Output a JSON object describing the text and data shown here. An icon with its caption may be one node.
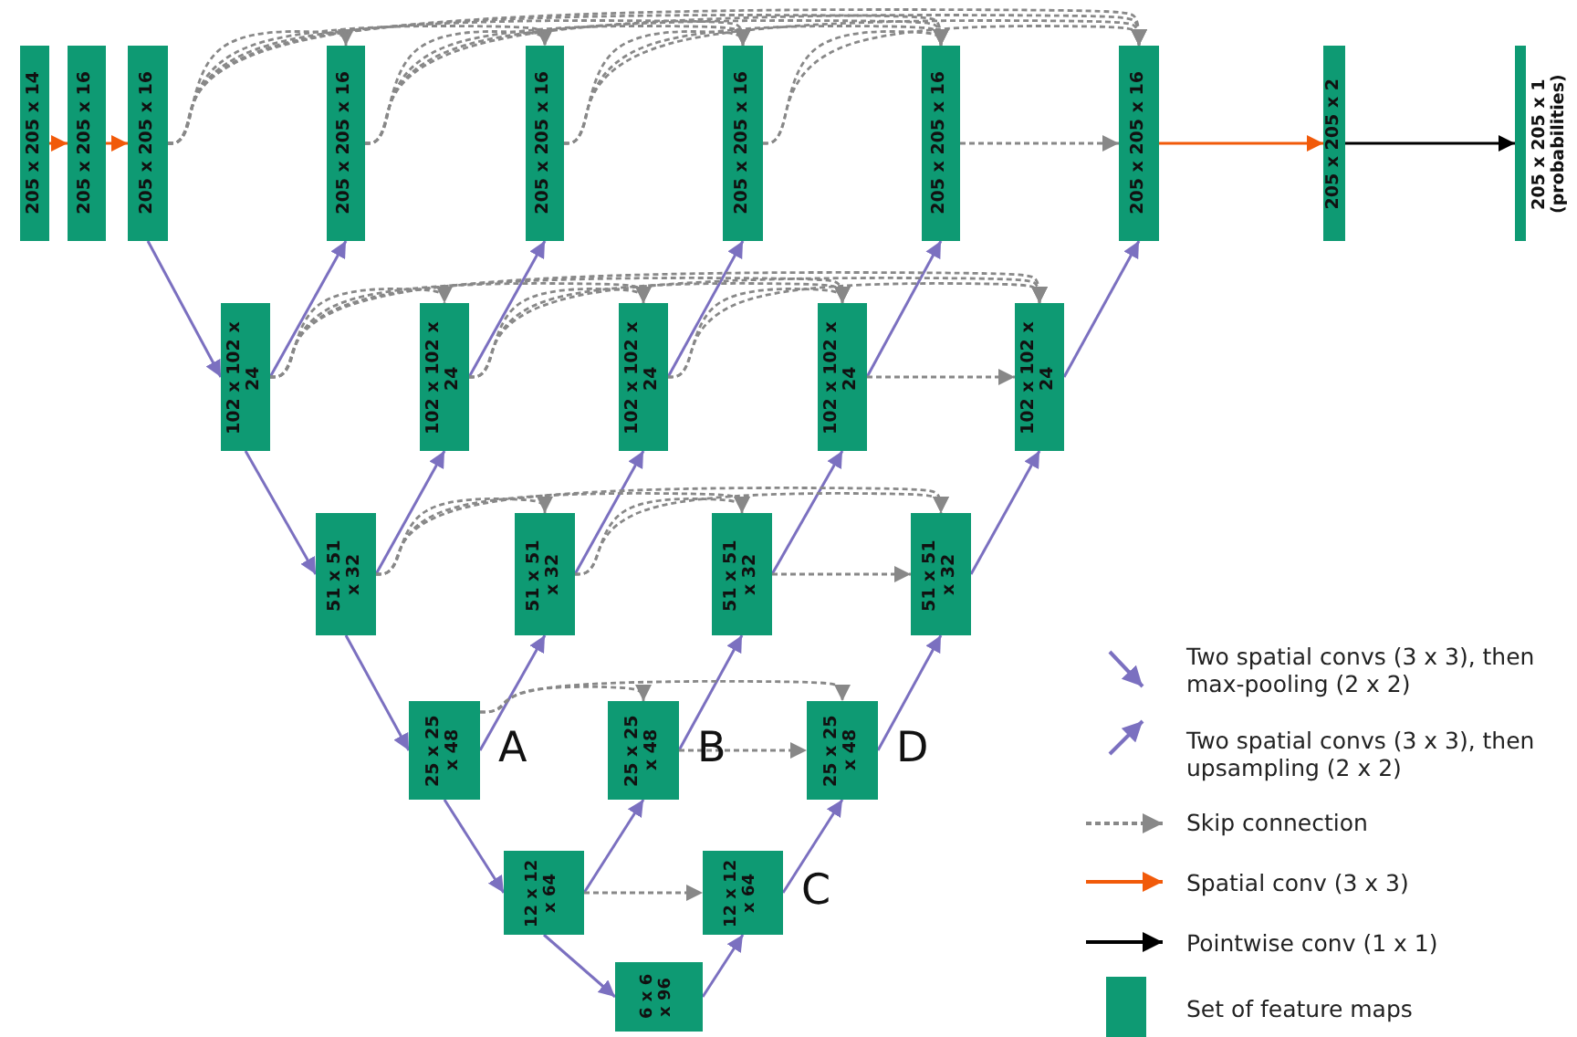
{
  "diagram": {
    "nodes": [
      {
        "text": [
          "205 x 205 x 14"
        ]
      },
      {
        "text": [
          "205 x 205 x 16"
        ]
      },
      {
        "text": [
          "205 x 205 x 16"
        ]
      },
      {
        "text": [
          "205 x 205 x 16"
        ]
      },
      {
        "text": [
          "205 x 205 x 16"
        ]
      },
      {
        "text": [
          "205 x 205 x 16"
        ]
      },
      {
        "text": [
          "205 x 205 x 16"
        ]
      },
      {
        "text": [
          "205 x 205 x 16"
        ]
      },
      {
        "text": [
          "205 x 205 x 2"
        ]
      },
      {
        "text": [
          "205 x 205 x 1 (probabilities)"
        ]
      },
      {
        "text": [
          "102 x 102 x 24"
        ]
      },
      {
        "text": [
          "102 x 102 x 24"
        ]
      },
      {
        "text": [
          "102 x 102 x 24"
        ]
      },
      {
        "text": [
          "102 x 102 x 24"
        ]
      },
      {
        "text": [
          "102 x 102 x 24"
        ]
      },
      {
        "text": [
          "51 x 51 x 32"
        ]
      },
      {
        "text": [
          "51 x 51 x 32"
        ]
      },
      {
        "text": [
          "51 x 51 x 32"
        ]
      },
      {
        "text": [
          "51 x 51 x 32"
        ]
      },
      {
        "text": [
          "25 x 25 x 48"
        ],
        "beside": [
          "A"
        ]
      },
      {
        "text": [
          "25 x 25 x 48"
        ],
        "beside": [
          "B"
        ]
      },
      {
        "text": [
          "25 x 25 x 48"
        ],
        "beside": [
          "D"
        ]
      },
      {
        "text": [
          "12 x 12 x 64"
        ]
      },
      {
        "text": [
          "12 x 12 x 64"
        ],
        "beside": [
          "C"
        ]
      },
      {
        "text": [
          "6 x 6 x 96"
        ]
      }
    ],
    "edges": [
      {
        "from": 0,
        "to": 1,
        "arrow": "to",
        "color": "#f15a0a"
      },
      {
        "from": 1,
        "to": 2,
        "arrow": "to",
        "color": "#f15a0a"
      },
      {
        "from": 7,
        "to": 8,
        "arrow": "to",
        "color": "#f15a0a"
      },
      {
        "from": 8,
        "to": 9,
        "arrow": "to",
        "color": "#000000"
      },
      {
        "from": 2,
        "to": 10,
        "arrow": "to",
        "color": "#7b70c0"
      },
      {
        "from": 10,
        "to": 15,
        "arrow": "to",
        "color": "#7b70c0"
      },
      {
        "from": 15,
        "to": 19,
        "arrow": "to",
        "color": "#7b70c0"
      },
      {
        "from": 19,
        "to": 22,
        "arrow": "to",
        "color": "#7b70c0"
      },
      {
        "from": 22,
        "to": 24,
        "arrow": "to",
        "color": "#7b70c0"
      },
      {
        "from": 10,
        "to": 3,
        "arrow": "to",
        "color": "#7b70c0"
      },
      {
        "from": 11,
        "to": 4,
        "arrow": "to",
        "color": "#7b70c0"
      },
      {
        "from": 12,
        "to": 5,
        "arrow": "to",
        "color": "#7b70c0"
      },
      {
        "from": 13,
        "to": 6,
        "arrow": "to",
        "color": "#7b70c0"
      },
      {
        "from": 14,
        "to": 7,
        "arrow": "to",
        "color": "#7b70c0"
      },
      {
        "from": 15,
        "to": 11,
        "arrow": "to",
        "color": "#7b70c0"
      },
      {
        "from": 16,
        "to": 12,
        "arrow": "to",
        "color": "#7b70c0"
      },
      {
        "from": 17,
        "to": 13,
        "arrow": "to",
        "color": "#7b70c0"
      },
      {
        "from": 18,
        "to": 14,
        "arrow": "to",
        "color": "#7b70c0"
      },
      {
        "from": 19,
        "to": 16,
        "arrow": "to",
        "color": "#7b70c0"
      },
      {
        "from": 20,
        "to": 17,
        "arrow": "to",
        "color": "#7b70c0"
      },
      {
        "from": 21,
        "to": 18,
        "arrow": "to",
        "color": "#7b70c0"
      },
      {
        "from": 22,
        "to": 20,
        "arrow": "to",
        "color": "#7b70c0"
      },
      {
        "from": 23,
        "to": 21,
        "arrow": "to",
        "color": "#7b70c0"
      },
      {
        "from": 24,
        "to": 23,
        "arrow": "to",
        "color": "#7b70c0"
      },
      {
        "from": 2,
        "to": 3,
        "arrow": "to",
        "style": "dashed"
      },
      {
        "from": 2,
        "to": 4,
        "arrow": "to",
        "style": "dashed"
      },
      {
        "from": 2,
        "to": 5,
        "arrow": "to",
        "style": "dashed"
      },
      {
        "from": 2,
        "to": 6,
        "arrow": "to",
        "style": "dashed"
      },
      {
        "from": 2,
        "to": 7,
        "arrow": "to",
        "style": "dashed"
      },
      {
        "from": 3,
        "to": 4,
        "arrow": "to",
        "style": "dashed"
      },
      {
        "from": 3,
        "to": 5,
        "arrow": "to",
        "style": "dashed"
      },
      {
        "from": 3,
        "to": 6,
        "arrow": "to",
        "style": "dashed"
      },
      {
        "from": 3,
        "to": 7,
        "arrow": "to",
        "style": "dashed"
      },
      {
        "from": 4,
        "to": 5,
        "arrow": "to",
        "style": "dashed"
      },
      {
        "from": 4,
        "to": 6,
        "arrow": "to",
        "style": "dashed"
      },
      {
        "from": 4,
        "to": 7,
        "arrow": "to",
        "style": "dashed"
      },
      {
        "from": 5,
        "to": 6,
        "arrow": "to",
        "style": "dashed"
      },
      {
        "from": 5,
        "to": 7,
        "arrow": "to",
        "style": "dashed"
      },
      {
        "from": 6,
        "to": 7,
        "arrow": "to",
        "style": "dashed"
      },
      {
        "from": 10,
        "to": 11,
        "arrow": "to",
        "style": "dashed"
      },
      {
        "from": 10,
        "to": 12,
        "arrow": "to",
        "style": "dashed"
      },
      {
        "from": 10,
        "to": 13,
        "arrow": "to",
        "style": "dashed"
      },
      {
        "from": 10,
        "to": 14,
        "arrow": "to",
        "style": "dashed"
      },
      {
        "from": 11,
        "to": 12,
        "arrow": "to",
        "style": "dashed"
      },
      {
        "from": 11,
        "to": 13,
        "arrow": "to",
        "style": "dashed"
      },
      {
        "from": 11,
        "to": 14,
        "arrow": "to",
        "style": "dashed"
      },
      {
        "from": 12,
        "to": 13,
        "arrow": "to",
        "style": "dashed"
      },
      {
        "from": 12,
        "to": 14,
        "arrow": "to",
        "style": "dashed"
      },
      {
        "from": 13,
        "to": 14,
        "arrow": "to",
        "style": "dashed"
      },
      {
        "from": 15,
        "to": 16,
        "arrow": "to",
        "style": "dashed"
      },
      {
        "from": 15,
        "to": 17,
        "arrow": "to",
        "style": "dashed"
      },
      {
        "from": 15,
        "to": 18,
        "arrow": "to",
        "style": "dashed"
      },
      {
        "from": 16,
        "to": 17,
        "arrow": "to",
        "style": "dashed"
      },
      {
        "from": 16,
        "to": 18,
        "arrow": "to",
        "style": "dashed"
      },
      {
        "from": 17,
        "to": 18,
        "arrow": "to",
        "style": "dashed"
      },
      {
        "from": 19,
        "to": 20,
        "arrow": "to",
        "style": "dashed"
      },
      {
        "from": 19,
        "to": 21,
        "arrow": "to",
        "style": "dashed"
      },
      {
        "from": 20,
        "to": 21,
        "arrow": "to",
        "style": "dashed"
      },
      {
        "from": 22,
        "to": 23,
        "arrow": "to",
        "style": "dashed"
      }
    ],
    "legend": [
      {
        "text": "Two spatial convs (3 x 3), then max-pooling (2 x 2)"
      },
      {
        "text": "Two spatial convs (3 x 3), then upsampling (2 x 2)"
      },
      {
        "text": "Skip connection"
      },
      {
        "text": "Spatial conv (3 x 3)"
      },
      {
        "text": "Pointwise conv (1 x 1)"
      },
      {
        "text": "Set of feature maps",
        "color": "#0e9a73"
      }
    ]
  }
}
